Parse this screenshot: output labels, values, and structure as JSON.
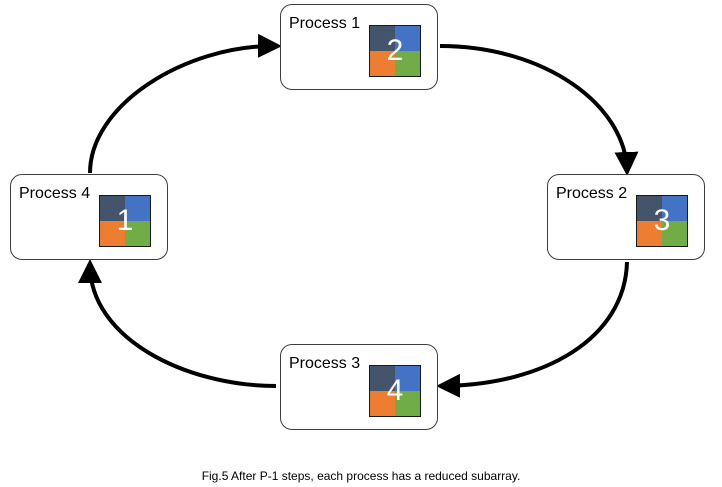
{
  "colors": {
    "quadrants": [
      "#44546a",
      "#4472c4",
      "#ed7d31",
      "#70ad47"
    ],
    "arrow": "#000000",
    "node_border": "#3d3d3d"
  },
  "processes": [
    {
      "label": "Process 1",
      "value": "2"
    },
    {
      "label": "Process 2",
      "value": "3"
    },
    {
      "label": "Process 3",
      "value": "4"
    },
    {
      "label": "Process 4",
      "value": "1"
    }
  ],
  "caption": "Fig.5 After P-1 steps, each process has a reduced subarray."
}
